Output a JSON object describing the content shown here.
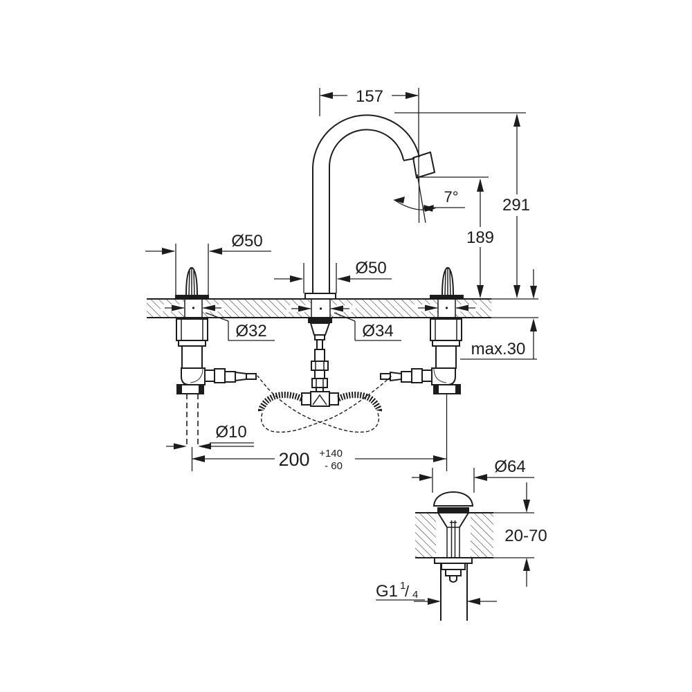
{
  "drawing": {
    "type": "technical-installation-drawing",
    "subject": "three-hole basin mixer with high spout and pop-up waste",
    "colors": {
      "line": "#1c1c1c",
      "background": "#ffffff"
    },
    "dims": {
      "spout_reach": "157",
      "total_height": "291",
      "spout_outlet_height": "189",
      "outlet_angle": "7°",
      "handle_escutcheon_dia": "Ø50",
      "spout_escutcheon_dia": "Ø50",
      "handle_hole_dia": "Ø32",
      "spout_hole_dia": "Ø34",
      "deck_thickness_max": "max.30",
      "supply_pipe_dia": "Ø10",
      "hole_spacing": "200",
      "hole_spacing_tol_plus": "+140",
      "hole_spacing_tol_minus": "- 60",
      "waste_flange_dia": "Ø64",
      "basin_thickness_range": "20-70",
      "waste_thread_prefix": "G1",
      "waste_thread_sup": "1",
      "waste_thread_slash": "/",
      "waste_thread_sub": "4"
    }
  }
}
